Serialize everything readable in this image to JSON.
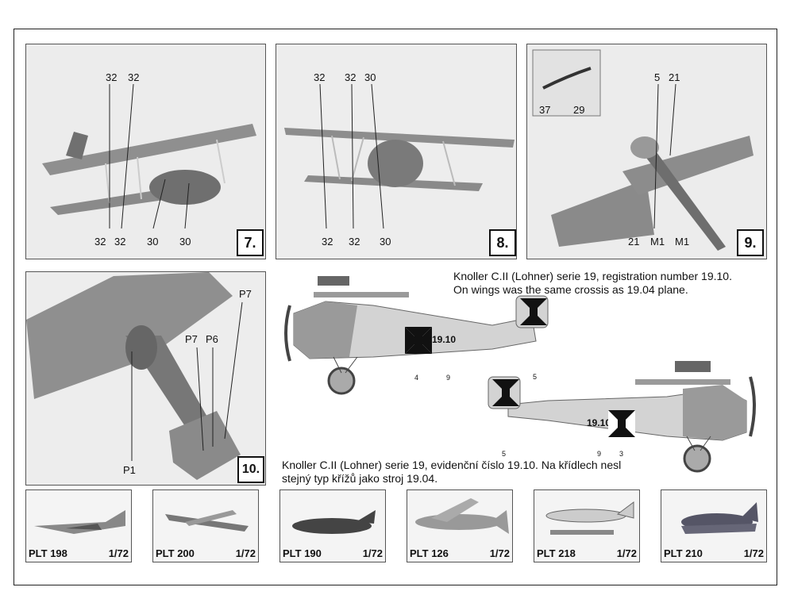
{
  "steps": [
    {
      "number": "7.",
      "labels_top": [
        "32",
        "32"
      ],
      "labels_bottom": [
        "32",
        "32",
        "30",
        "30"
      ]
    },
    {
      "number": "8.",
      "labels_top": [
        "32",
        "32",
        "30"
      ],
      "labels_bottom": [
        "32",
        "32",
        "30"
      ]
    },
    {
      "number": "9.",
      "inset_labels": [
        "37",
        "29"
      ],
      "labels_top": [
        "5",
        "21"
      ],
      "labels_bottom": [
        "21",
        "M1",
        "M1"
      ]
    },
    {
      "number": "10.",
      "labels": [
        "P7",
        "P7",
        "P6",
        "P1"
      ]
    }
  ],
  "profile": {
    "caption_en_1": "Knoller C.II (Lohner) serie 19, registration number 19.10.",
    "caption_en_2": "On wings was the same crossis as 19.04 plane.",
    "caption_cz_1": "Knoller C.II (Lohner) serie 19, evidenční číslo 19.10. Na křídlech nesl",
    "caption_cz_2": "stejný typ křížů jako stroj 19.04.",
    "registration": "19.10",
    "marks_left": [
      "4",
      "9",
      "5"
    ],
    "marks_right": [
      "5",
      "9",
      "3"
    ]
  },
  "thumbnails": [
    {
      "code": "PLT 198",
      "scale": "1/72"
    },
    {
      "code": "PLT 200",
      "scale": "1/72"
    },
    {
      "code": "PLT 190",
      "scale": "1/72"
    },
    {
      "code": "PLT 126",
      "scale": "1/72"
    },
    {
      "code": "PLT 218",
      "scale": "1/72"
    },
    {
      "code": "PLT 210",
      "scale": "1/72"
    }
  ]
}
